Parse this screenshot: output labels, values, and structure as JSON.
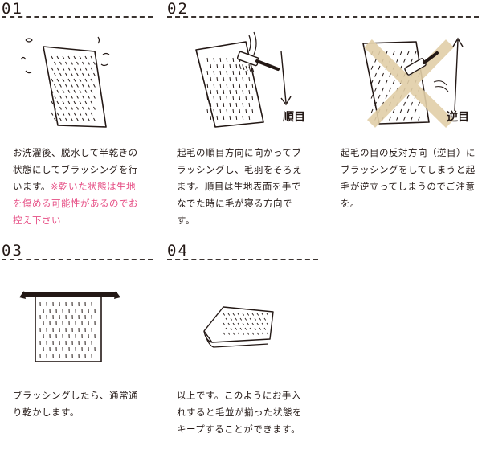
{
  "steps": [
    {
      "number": "01",
      "text_main": "お洗濯後、脱水して半乾きの状態にしてブラッシングを行います。",
      "text_warning": "※乾いた状態は生地を傷める可能性があるのでお控え下さい"
    },
    {
      "number": "02",
      "tag": "順目",
      "text": "起毛の順目方向に向かってブラッシングし、毛羽をそろえます。順目は生地表面を手でなでた時に毛が寝る方向です。"
    },
    {
      "tag": "逆目",
      "text": "起毛の目の反対方向（逆目）にブラッシングをしてしまうと起毛が逆立ってしまうのでご注意を。"
    },
    {
      "number": "03",
      "text": "ブラッシングしたら、通常通り乾かします。"
    },
    {
      "number": "04",
      "text": "以上です。このようにお手入れすると毛並が揃った状態をキープすることができます。"
    }
  ],
  "colors": {
    "ink": "#231815",
    "warning": "#e64d84",
    "cross": "#e2cfa8"
  }
}
